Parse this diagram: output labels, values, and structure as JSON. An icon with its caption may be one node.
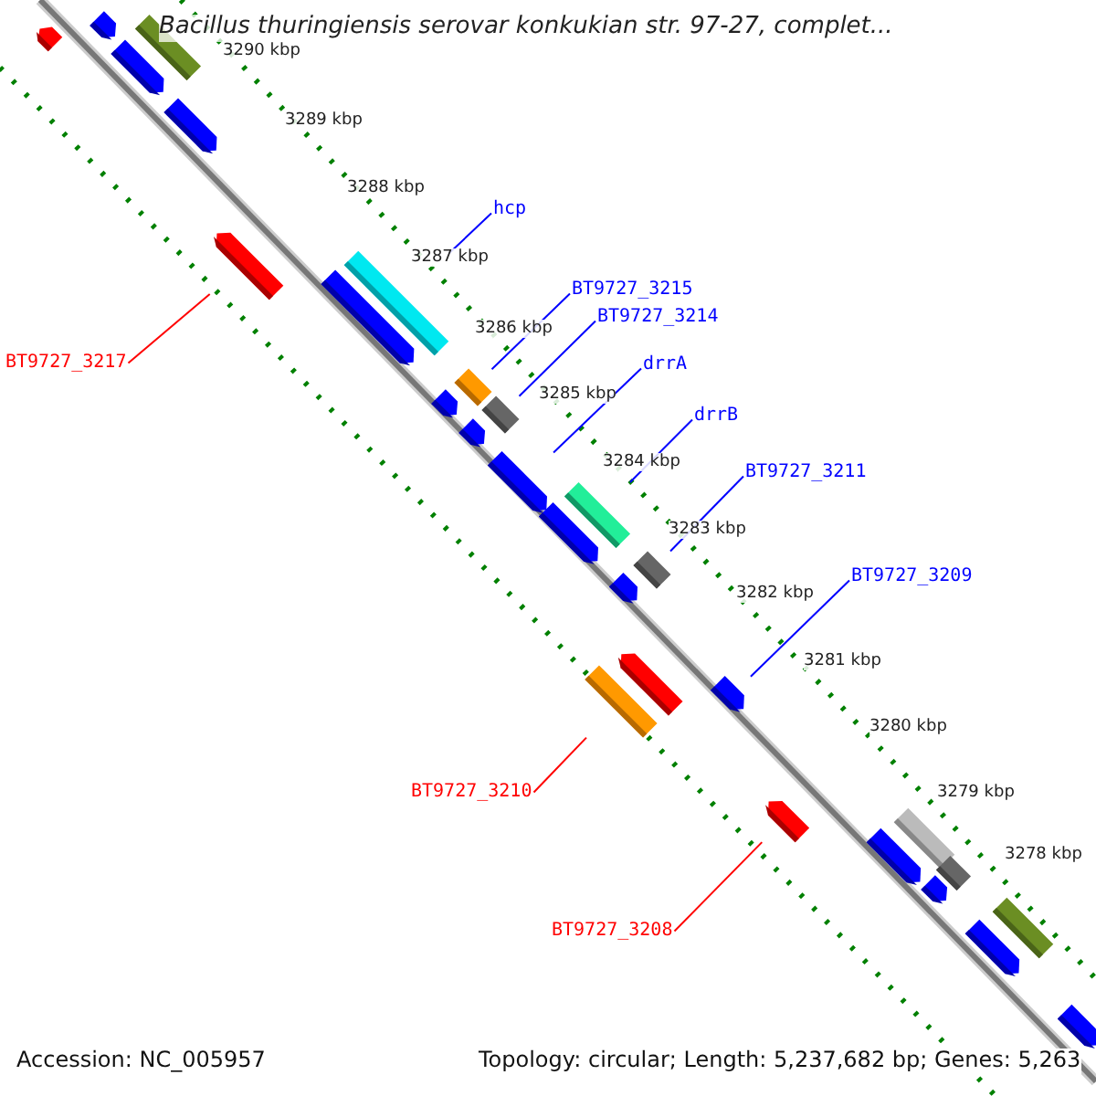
{
  "diagram": {
    "title": "Bacillus thuringiensis serovar konkukian str. 97-27, complet...",
    "nodes": [
      {
        "text": [
          "hcp"
        ]
      },
      {
        "text": [
          "BT9727_3215"
        ]
      },
      {
        "text": [
          "BT9727_3214"
        ]
      },
      {
        "text": [
          "drrA"
        ]
      },
      {
        "text": [
          "drrB"
        ]
      },
      {
        "text": [
          "BT9727_3211"
        ]
      },
      {
        "text": [
          "BT9727_3209"
        ]
      },
      {
        "text": [
          "BT9727_3217"
        ]
      },
      {
        "text": [
          "BT9727_3210"
        ]
      },
      {
        "text": [
          "BT9727_3208"
        ]
      },
      {
        "text": [],
        "shape": "bar"
      },
      {
        "text": [],
        "shape": "bar"
      },
      {
        "text": [],
        "shape": "bar"
      },
      {
        "text": [],
        "shape": "bar"
      },
      {
        "text": [],
        "shape": "bar"
      },
      {
        "text": [],
        "shape": "bar"
      },
      {
        "text": [],
        "shape": "bar"
      },
      {
        "text": [],
        "shape": "bar"
      },
      {
        "text": [],
        "shape": "bar"
      },
      {
        "text": [],
        "shape": "bar"
      },
      {
        "text": [],
        "shape": "bar"
      },
      {
        "text": [],
        "shape": "bar"
      },
      {
        "text": [],
        "shape": "bar"
      },
      {
        "text": [],
        "shape": "bar"
      },
      {
        "text": [],
        "shape": "bar"
      },
      {
        "text": [],
        "shape": "bar"
      },
      {
        "text": [],
        "shape": "bar"
      },
      {
        "text": [],
        "shape": "bar"
      },
      {
        "text": [],
        "shape": "bar"
      },
      {
        "text": [],
        "shape": "bar"
      },
      {
        "text": [],
        "shape": "bar"
      },
      {
        "text": [],
        "shape": "bar"
      },
      {
        "text": [],
        "shape": "bar"
      },
      {
        "text": [],
        "shape": "bar"
      },
      {
        "text": [],
        "shape": "bar"
      },
      {
        "text": [],
        "shape": "bar"
      },
      {
        "text": [],
        "shape": "bar"
      },
      {
        "text": [],
        "shape": "bar"
      }
    ],
    "edges": [
      {
        "from": 0,
        "to": 17,
        "arrow": "none"
      },
      {
        "from": 1,
        "to": 18,
        "arrow": "none"
      },
      {
        "from": 2,
        "to": 20,
        "arrow": "none"
      },
      {
        "from": 3,
        "to": 22,
        "arrow": "none"
      },
      {
        "from": 4,
        "to": 23,
        "arrow": "none"
      },
      {
        "from": 5,
        "to": 25,
        "arrow": "none"
      },
      {
        "from": 6,
        "to": 29,
        "arrow": "none"
      },
      {
        "from": 7,
        "to": 15,
        "arrow": "none",
        "color": "#ff0000"
      },
      {
        "from": 8,
        "to": 28,
        "arrow": "none",
        "color": "#ff0000"
      },
      {
        "from": 9,
        "to": 30,
        "arrow": "none",
        "color": "#ff0000"
      }
    ],
    "labels": [
      "3290 kbp",
      "3289 kbp",
      "3288 kbp",
      "3287 kbp",
      "3286 kbp",
      "3285 kbp",
      "3284 kbp",
      "3283 kbp",
      "3282 kbp",
      "3281 kbp",
      "3280 kbp",
      "3279 kbp",
      "3278 kbp",
      "Accession: NC_005957",
      "Topology: circular; Length: 5,237,682 bp; Genes: 5,263"
    ]
  }
}
